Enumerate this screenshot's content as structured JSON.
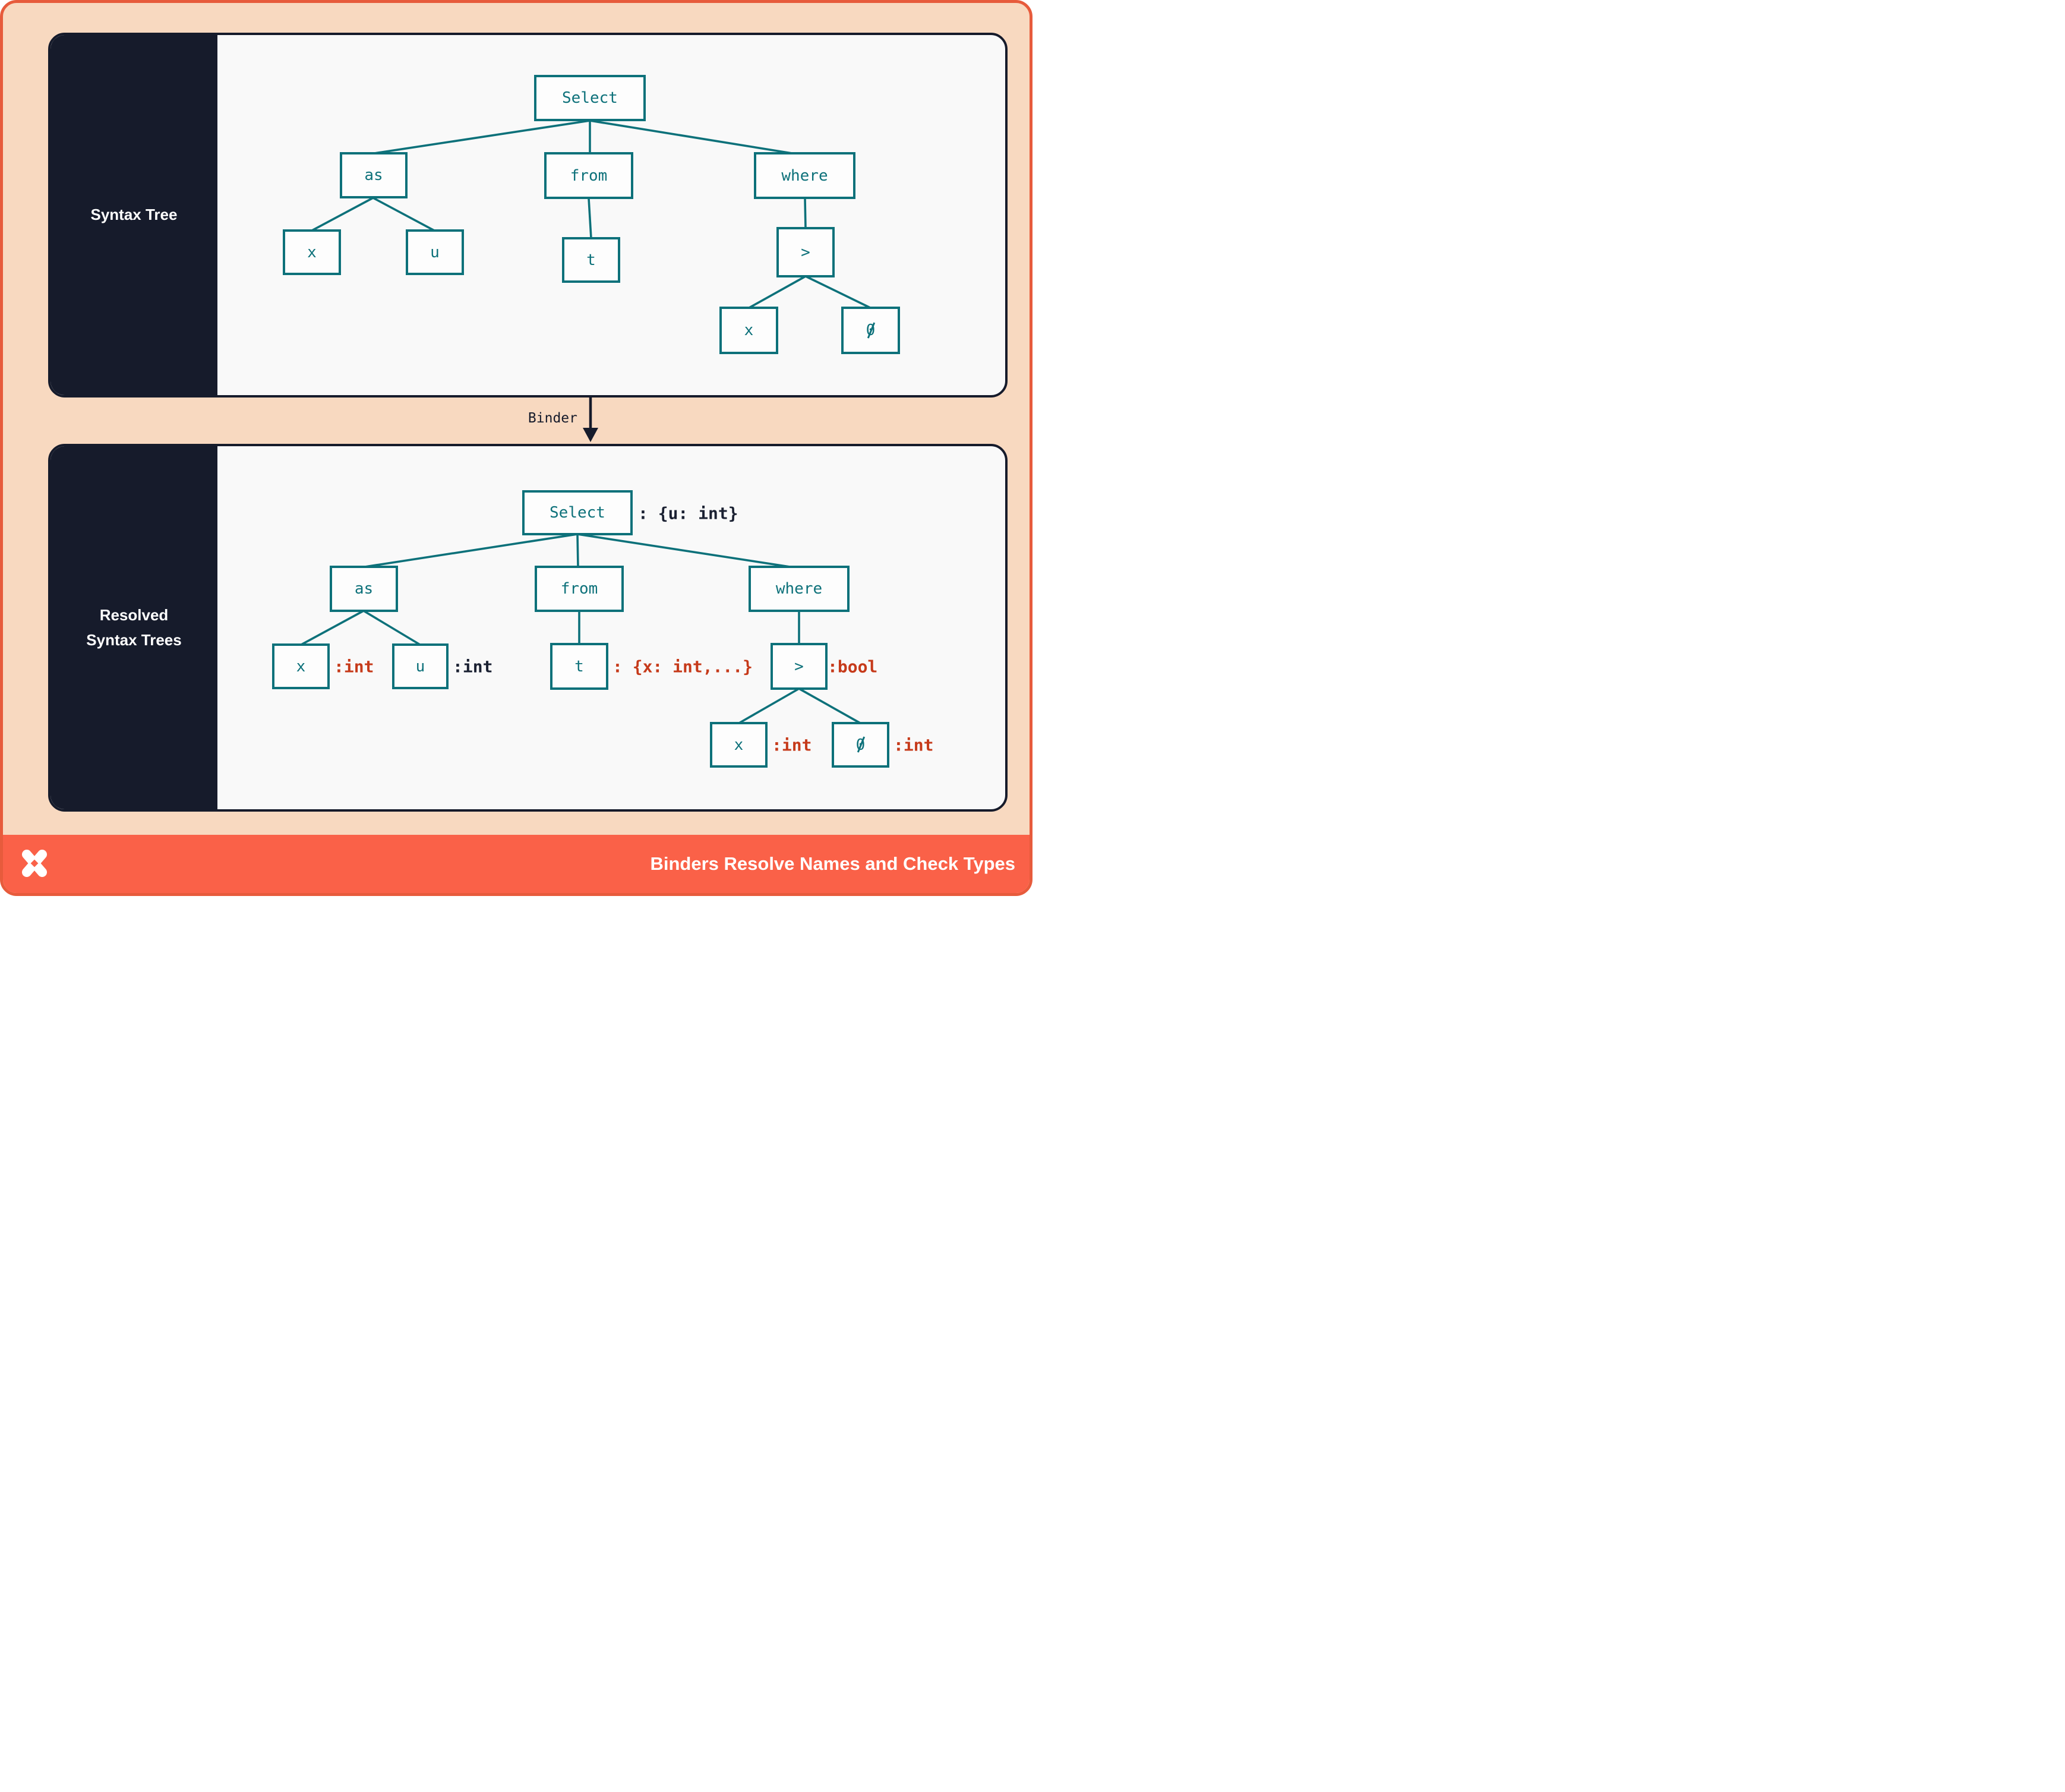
{
  "colors": {
    "frame_border": "#E75B3C",
    "background_peach": "#F8D9C0",
    "panel_bg": "#F9F9F9",
    "sidebar_navy": "#161B2B",
    "node_teal": "#0D717A",
    "annotation_red": "#C63A1A",
    "annotation_dark": "#1B2132",
    "footer_orange": "#FA6148"
  },
  "panels": {
    "top": {
      "label_lines": [
        "Syntax Tree"
      ]
    },
    "bottom": {
      "label_lines": [
        "Resolved",
        "Syntax Trees"
      ]
    }
  },
  "binder": {
    "label": "Binder"
  },
  "footer": {
    "title": "Binders Resolve Names and Check Types",
    "logo": "x-logo"
  },
  "trees": {
    "top": {
      "nodes": [
        {
          "id": "select",
          "label": "Select"
        },
        {
          "id": "as",
          "label": "as"
        },
        {
          "id": "from",
          "label": "from"
        },
        {
          "id": "where",
          "label": "where"
        },
        {
          "id": "x1",
          "label": "x"
        },
        {
          "id": "u",
          "label": "u"
        },
        {
          "id": "t",
          "label": "t"
        },
        {
          "id": "gt",
          "label": ">"
        },
        {
          "id": "x2",
          "label": "x"
        },
        {
          "id": "zero",
          "label": "0"
        }
      ]
    },
    "bottom": {
      "nodes": [
        {
          "id": "select",
          "label": "Select",
          "annotation": ": {u: int}",
          "annotation_style": "dark"
        },
        {
          "id": "as",
          "label": "as"
        },
        {
          "id": "from",
          "label": "from"
        },
        {
          "id": "where",
          "label": "where"
        },
        {
          "id": "x1",
          "label": "x",
          "annotation": ":int",
          "annotation_style": "red"
        },
        {
          "id": "u",
          "label": "u",
          "annotation": ":int",
          "annotation_style": "dark"
        },
        {
          "id": "t",
          "label": "t",
          "annotation": ": {x: int,...}",
          "annotation_style": "red"
        },
        {
          "id": "gt",
          "label": ">",
          "annotation": ":bool",
          "annotation_style": "red"
        },
        {
          "id": "x2",
          "label": "x",
          "annotation": ":int",
          "annotation_style": "red"
        },
        {
          "id": "zero",
          "label": "0",
          "annotation": ":int",
          "annotation_style": "red"
        }
      ]
    }
  }
}
